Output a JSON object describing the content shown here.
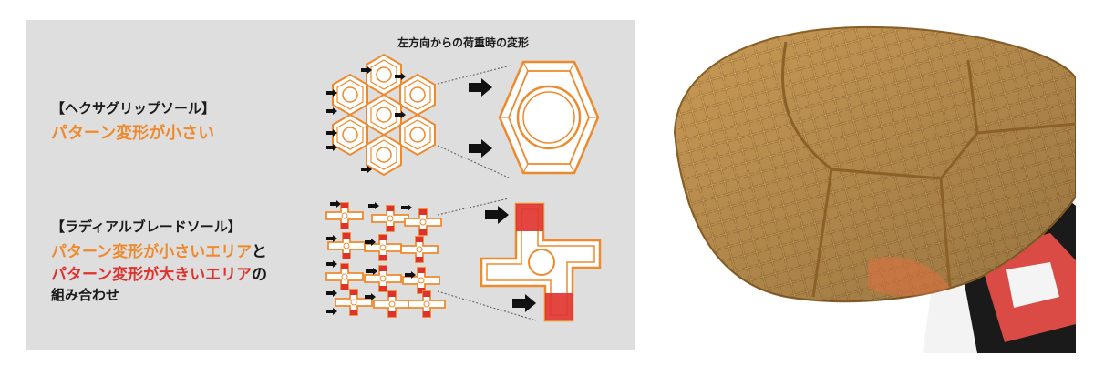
{
  "diagram": {
    "title": "左方向からの荷重時の変形"
  },
  "hex_sole": {
    "heading": "【ヘクサグリップソール】",
    "description": "パターン変形が小さい"
  },
  "radial_sole": {
    "heading": "【ラディアルブレードソール】",
    "line1_small": "パターン変形が小さいエリア",
    "line1_suffix": "と",
    "line2_large": "パターン変形が大きいエリア",
    "line2_suffix": "の",
    "line3": "組み合わせ"
  },
  "colors": {
    "accent_orange": "#ee8a2e",
    "accent_red": "#e0322c",
    "panel_gray": "#dedede"
  }
}
